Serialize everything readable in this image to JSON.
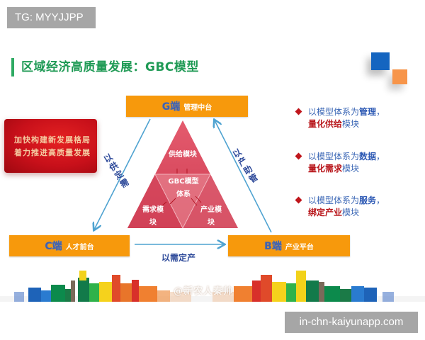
{
  "overlay": {
    "tag": "TG: MYYJJPP",
    "url": "in-chn-kaiyunapp.com"
  },
  "slide": {
    "title": "区域经济高质量发展：GBC模型",
    "accent_color": "#2eaa63",
    "red_card": {
      "line1": "加快构建新发展格局",
      "line2": "着力推进高质量发展"
    },
    "nodes": {
      "g": {
        "key": "G端",
        "label": "管理中台"
      },
      "c": {
        "key": "C端",
        "label": "人才前台"
      },
      "b": {
        "key": "B端",
        "label": "产业平台"
      }
    },
    "edges": {
      "c_to_g": "以供定需",
      "b_to_g": "以产助管",
      "c_to_b": "以需定产"
    },
    "triangle": {
      "top": "供给模块",
      "center": "GBC模型体系",
      "left": "需求模块",
      "right": "产业模块"
    },
    "bullets": [
      {
        "prefix": "以模型体系为",
        "highlight": "管理",
        "suffix": "，",
        "row2_highlight": "量化供给",
        "row2_suffix": "模块"
      },
      {
        "prefix": "以模型体系为",
        "highlight": "数据",
        "suffix": "，",
        "row2_highlight": "量化需求",
        "row2_suffix": "模块"
      },
      {
        "prefix": "以模型体系为",
        "highlight": "服务",
        "suffix": "，",
        "row2_highlight": "绑定产业",
        "row2_suffix": "模块"
      }
    ],
    "watermark": "@新农人秦帅",
    "colors": {
      "node_fill": "#f7990c",
      "node_key": "#3f62b0",
      "edge_text": "#2e4a9a",
      "triangle_fill": "#d9475c",
      "arrow": "#4fa3d1",
      "bullet_red": "#b8161b",
      "bullet_blue": "#2f5bb5"
    }
  }
}
